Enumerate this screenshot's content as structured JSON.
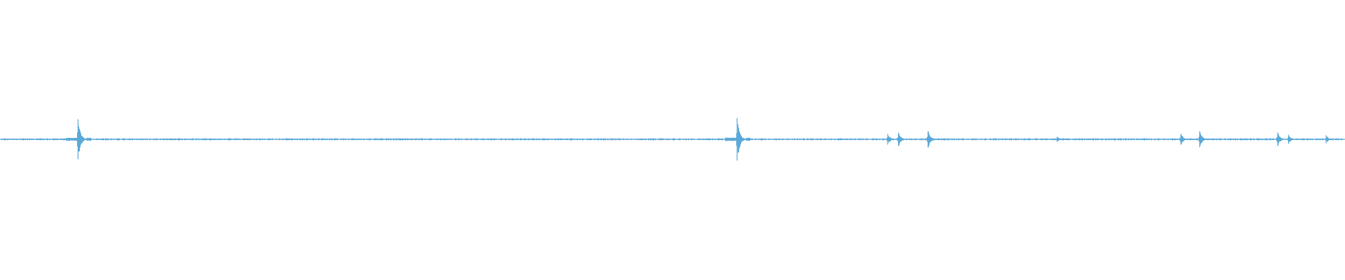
{
  "chart_data": {
    "type": "line",
    "title": "",
    "xlabel": "",
    "ylabel": "",
    "axes_visible": false,
    "grid": false,
    "legend": "none",
    "ylim": [
      -1,
      1
    ],
    "series": [
      {
        "color": "#5aa9d8",
        "baseline": 0,
        "noise_amplitude": 0.006,
        "spikes": [
          {
            "t": 0.058,
            "amp": 0.15
          },
          {
            "t": 0.548,
            "amp": 0.16
          },
          {
            "t": 0.66,
            "amp": 0.04
          },
          {
            "t": 0.668,
            "amp": 0.05
          },
          {
            "t": 0.69,
            "amp": 0.06
          },
          {
            "t": 0.786,
            "amp": 0.02
          },
          {
            "t": 0.878,
            "amp": 0.04
          },
          {
            "t": 0.892,
            "amp": 0.06
          },
          {
            "t": 0.95,
            "amp": 0.05
          },
          {
            "t": 0.958,
            "amp": 0.035
          },
          {
            "t": 0.986,
            "amp": 0.03
          }
        ]
      }
    ]
  }
}
